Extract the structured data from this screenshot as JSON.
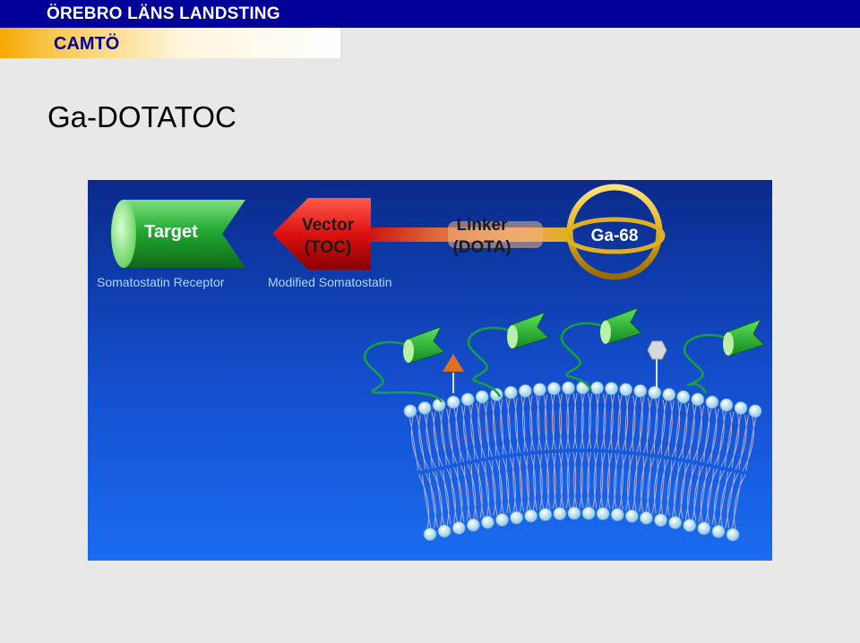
{
  "header": {
    "organization": "ÖREBRO LÄNS LANDSTING",
    "unit": "CAMTÖ"
  },
  "slide": {
    "title": "Ga-DOTATOC"
  },
  "diagram": {
    "target_label": "Target",
    "target_caption": "Somatostatin Receptor",
    "vector_label_line1": "Vector",
    "vector_label_line2": "(TOC)",
    "vector_caption": "Modified Somatostatin",
    "linker_label_line1": "Linker",
    "linker_label_line2": "(DOTA)",
    "isotope_label": "Ga-68",
    "colors": {
      "header_bar": "#000099",
      "accent_orange": "#f5a800",
      "diagram_bg_top": "#0a2a8a",
      "diagram_bg_bottom": "#1a6cf0",
      "target_green": "#22aa33",
      "vector_red": "#dd1111",
      "linker_orange": "#e07a2a",
      "isotope_gold": "#e0b020",
      "caption_text": "#b0d8ff"
    }
  }
}
